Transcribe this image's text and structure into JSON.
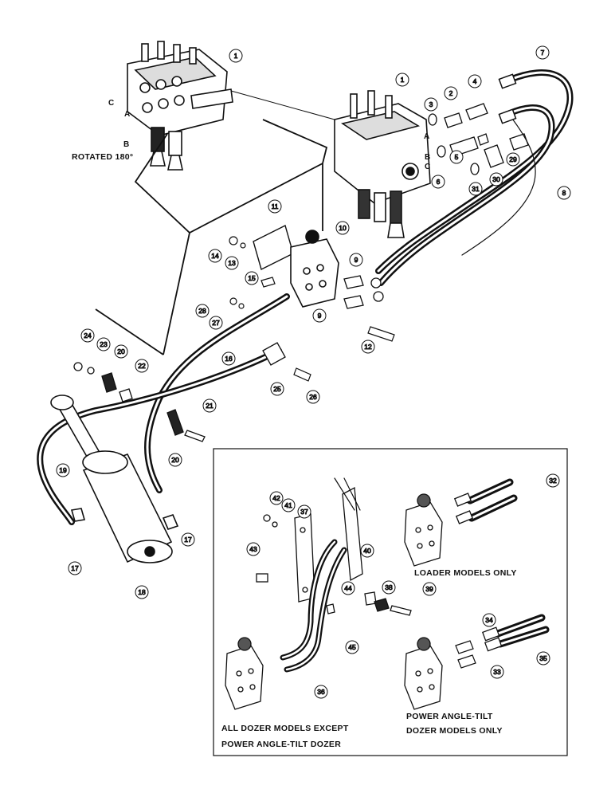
{
  "callouts": [
    "1",
    "1",
    "2",
    "3",
    "4",
    "5",
    "6",
    "7",
    "8",
    "9",
    "9",
    "10",
    "11",
    "12",
    "13",
    "14",
    "15",
    "16",
    "17",
    "17",
    "18",
    "19",
    "20",
    "20",
    "21",
    "22",
    "23",
    "24",
    "25",
    "26",
    "27",
    "28",
    "29",
    "30",
    "31",
    "32",
    "33",
    "34",
    "35",
    "36",
    "37",
    "38",
    "39",
    "40",
    "41",
    "42",
    "43",
    "44",
    "45"
  ],
  "port_letters": {
    "c_top": "C",
    "a_top": "A",
    "b_top": "B",
    "a_right": "A",
    "b_right": "B",
    "c_right": "C"
  },
  "captions": {
    "rotated": "ROTATED 180°",
    "loader": "LOADER MODELS ONLY",
    "power_angle_1": "POWER ANGLE-TILT",
    "power_angle_2": "DOZER MODELS ONLY",
    "all_dozer_1": "ALL DOZER MODELS EXCEPT",
    "all_dozer_2": "POWER ANGLE-TILT DOZER"
  }
}
